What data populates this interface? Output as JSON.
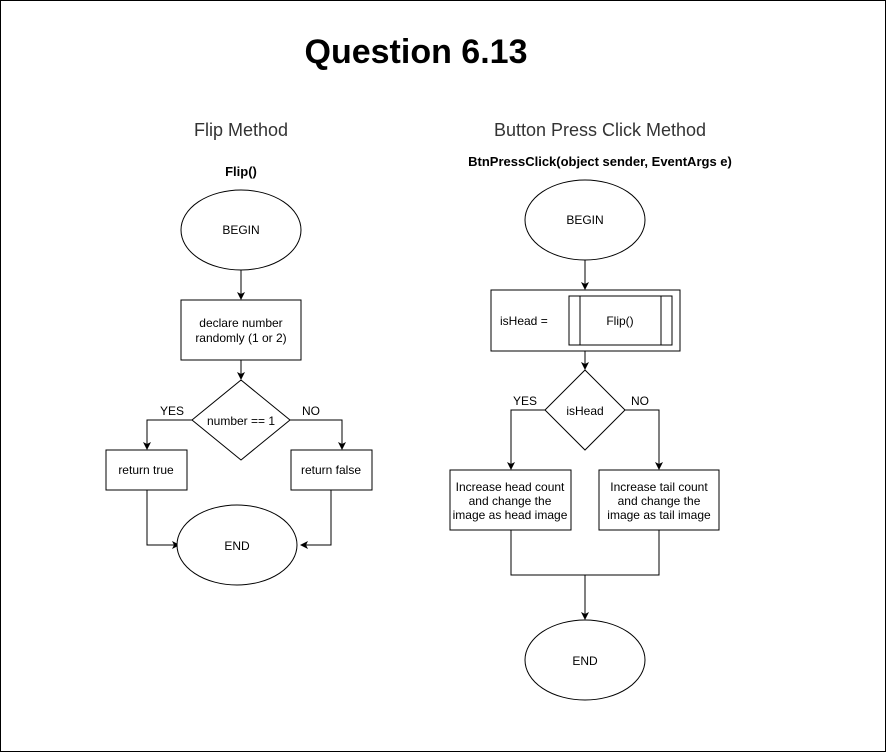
{
  "title": "Question 6.13",
  "flip": {
    "heading": "Flip Method",
    "signature": "Flip()",
    "begin": "BEGIN",
    "declare_line1": "declare number",
    "declare_line2": "randomly (1 or 2)",
    "condition": "number == 1",
    "yes": "YES",
    "no": "NO",
    "return_true": "return true",
    "return_false": "return false",
    "end": "END"
  },
  "click": {
    "heading": "Button Press Click Method",
    "signature": "BtnPressClick(object sender, EventArgs e)",
    "begin": "BEGIN",
    "assign_label": "isHead =",
    "subprocess": "Flip()",
    "condition": "isHead",
    "yes": "YES",
    "no": "NO",
    "head_line1": "Increase head count",
    "head_line2": "and change the",
    "head_line3": "image as head image",
    "tail_line1": "Increase tail count",
    "tail_line2": "and change the",
    "tail_line3": "image as tail image",
    "end": "END"
  }
}
